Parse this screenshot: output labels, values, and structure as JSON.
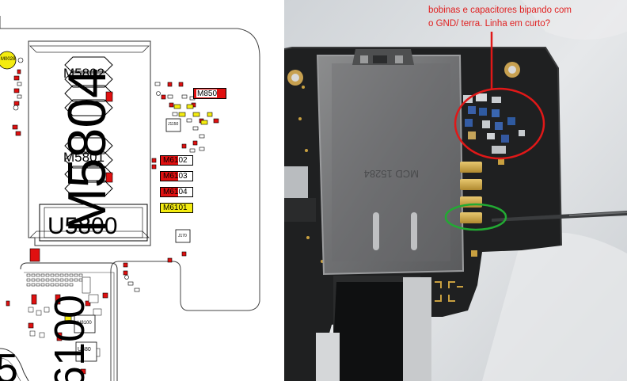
{
  "schematic": {
    "labels": {
      "m0028": "M0028",
      "m5802": "M5802",
      "m5804": "M5804",
      "m5801": "M5801",
      "u5800": "U5800",
      "m6100_big": "6100",
      "m850": "M850",
      "m6102": "M6102",
      "m6103": "M6103",
      "m6104": "M6104",
      "m6101": "M6101",
      "j170": "J170",
      "u380": "U380",
      "u8100": "U8100",
      "j1150": "J1150",
      "big5": "5"
    },
    "colors": {
      "red": "#e01010",
      "yellow": "#f4ec10",
      "outline": "#000000"
    }
  },
  "photo": {
    "annotation_line1": "bobinas e capacitores bipando com",
    "annotation_line2": "o GND/ terra.  Linha em curto?",
    "engraving": "MCD 15284",
    "annotation_color": "#e02020",
    "circle_colors": {
      "red_circle": "#e01818",
      "green_circle": "#22aa33"
    }
  }
}
